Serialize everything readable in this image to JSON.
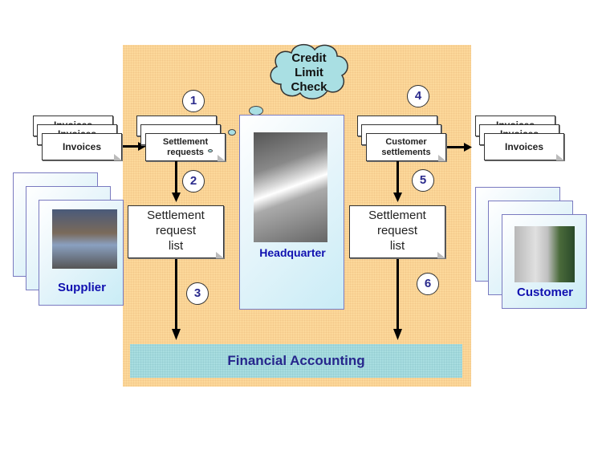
{
  "cloud": {
    "line1": "Credit",
    "line2": "Limit",
    "line3": "Check"
  },
  "steps": [
    "1",
    "2",
    "3",
    "4",
    "5",
    "6"
  ],
  "left_invoices": {
    "back1": "Invoices",
    "back2": "Invoices",
    "front": "Invoices"
  },
  "right_invoices": {
    "back1": "Invoices",
    "back2": "Invoices",
    "front": "Invoices"
  },
  "settlement_requests": {
    "line1": "Settlement",
    "line2": "requests"
  },
  "customer_settlements": {
    "line1": "Customer",
    "line2": "settlements"
  },
  "left_list": {
    "line1": "Settlement",
    "line2": "request",
    "line3": "list"
  },
  "right_list": {
    "line1": "Settlement",
    "line2": "request",
    "line3": "list"
  },
  "headquarter": {
    "label": "Headquarter"
  },
  "supplier": {
    "label": "Supplier"
  },
  "customer": {
    "label": "Customer"
  },
  "financial_accounting": {
    "label": "Financial Accounting"
  },
  "colors": {
    "panel": "#fcd89a",
    "accounting": "#a8dde0",
    "label_blue": "#1010b0",
    "number_blue": "#2a2a8c"
  }
}
